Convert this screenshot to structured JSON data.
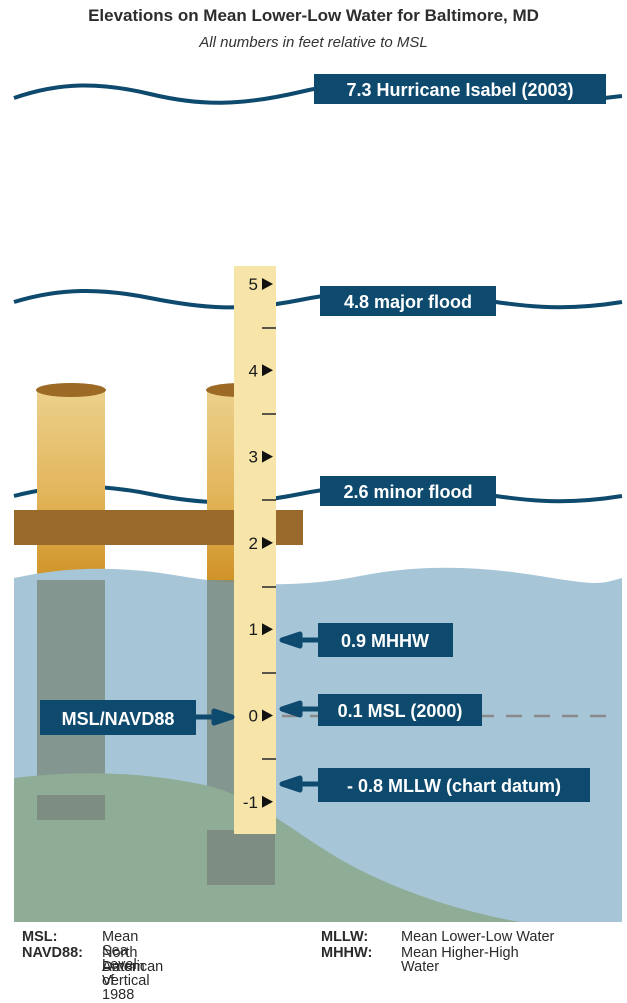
{
  "title": "Elevations on Mean Lower-Low Water for Baltimore, MD",
  "subtitle": "All numbers in feet relative to MSL",
  "colors": {
    "label_bg": "#0d4a6e",
    "water": "#a6c6d8",
    "ground": "#8fad96",
    "dock": "#9a6a2c",
    "staff": "#f6e4a9"
  },
  "levels": {
    "isabel": "7.3 Hurricane Isabel (2003)",
    "major": "4.8 major flood",
    "minor": "2.6 minor flood",
    "mhhw": "0.9 MHHW",
    "msl2000": "0.1 MSL (2000)",
    "mllw": "- 0.8 MLLW (chart datum)",
    "msl_navd": "MSL/NAVD88"
  },
  "staff_ticks": [
    "5",
    "4",
    "3",
    "2",
    "1",
    "0",
    "-1"
  ],
  "legend": {
    "msl_key": "MSL:",
    "msl_val": "Mean Sea Level",
    "navd_key": "NAVD88:",
    "navd_val_1": "North American Vertical",
    "navd_val_2": "Datum of 1988",
    "mllw_key": "MLLW:",
    "mllw_val": "Mean Lower-Low Water",
    "mhhw_key": "MHHW:",
    "mhhw_val_1": "Mean Higher-High",
    "mhhw_val_2": "Water"
  }
}
